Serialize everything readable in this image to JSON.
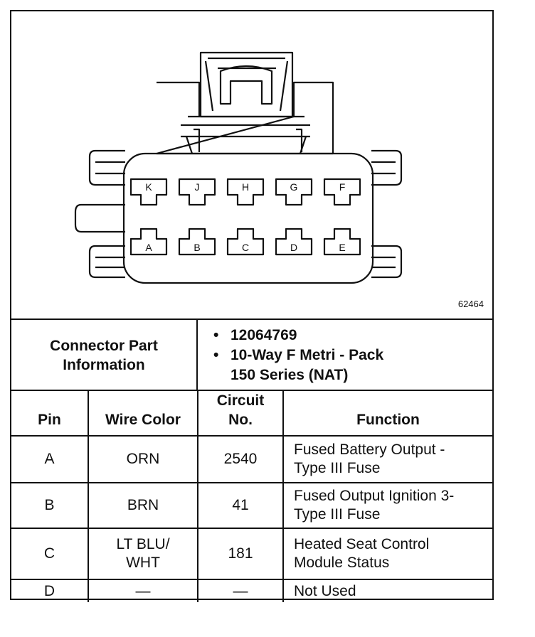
{
  "figure_id": "62464",
  "connector": {
    "top_row_pins": [
      "K",
      "J",
      "H",
      "G",
      "F"
    ],
    "bottom_row_pins": [
      "A",
      "B",
      "C",
      "D",
      "E"
    ]
  },
  "part_info": {
    "label_line1": "Connector Part",
    "label_line2": "Information",
    "bullet": "•",
    "part_number": "12064769",
    "description_line1": "10-Way F Metri - Pack",
    "description_line2": "150 Series (NAT)"
  },
  "table": {
    "headers": {
      "pin": "Pin",
      "wire_color": "Wire Color",
      "circuit_line1": "Circuit",
      "circuit_line2": "No.",
      "function": "Function"
    },
    "rows": [
      {
        "pin": "A",
        "wire1": "ORN",
        "wire2": "",
        "circuit": "2540",
        "func1": "Fused Battery Output -",
        "func2": "Type III Fuse"
      },
      {
        "pin": "B",
        "wire1": "BRN",
        "wire2": "",
        "circuit": "41",
        "func1": "Fused Output Ignition 3-",
        "func2": "Type III Fuse"
      },
      {
        "pin": "C",
        "wire1": "LT BLU/",
        "wire2": "WHT",
        "circuit": "181",
        "func1": "Heated Seat Control",
        "func2": "Module Status"
      },
      {
        "pin": "D",
        "wire1": "—",
        "wire2": "",
        "circuit": "—",
        "func1": "Not Used",
        "func2": ""
      }
    ]
  }
}
